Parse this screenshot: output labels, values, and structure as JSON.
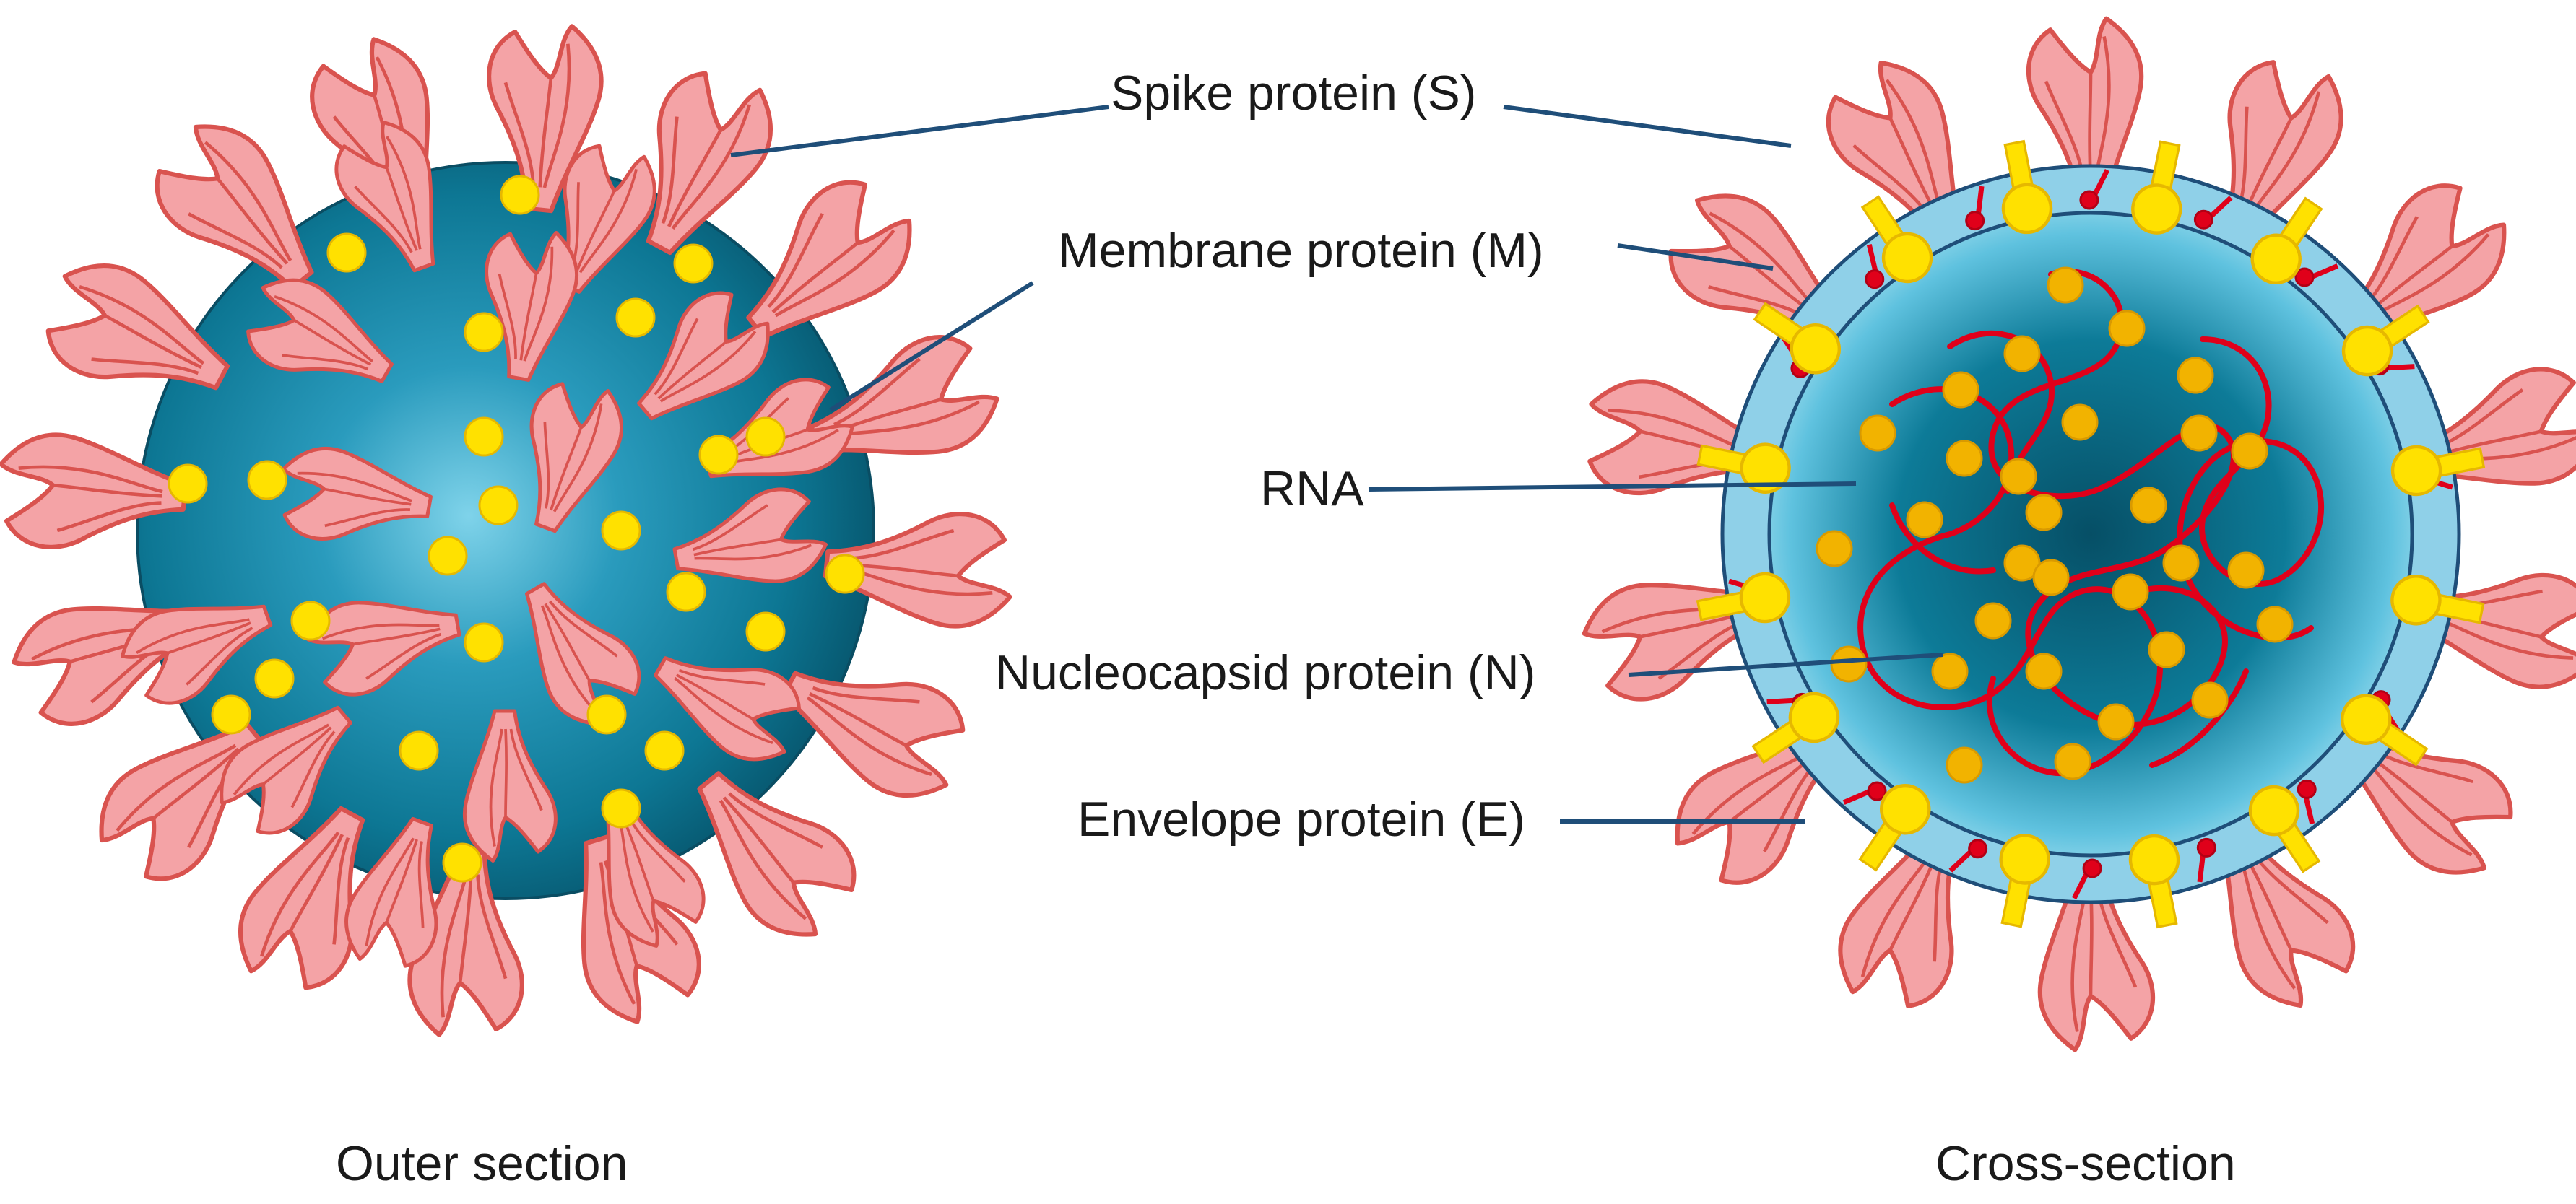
{
  "labels": {
    "spike": "Spike protein (S)",
    "membrane": "Membrane protein (M)",
    "rna": "RNA",
    "nucleocapsid": "Nucleocapsid protein (N)",
    "envelope": "Envelope protein (E)"
  },
  "captions": {
    "outer": "Outer section",
    "cross": "Cross-section"
  },
  "colors": {
    "spike_fill": "#f4a3a6",
    "spike_stroke": "#d9534f",
    "membrane_dot": "#ffe100",
    "membrane_dot_stroke": "#e6b800",
    "nucleocapsid": "#f2b300",
    "rna": "#e0001a",
    "virus_core": "#0b6e8a",
    "envelope_ring": "#8fd0e8",
    "leader_line": "#1f4e79"
  },
  "icons": [
    "spike-protein-icon",
    "membrane-dot-icon",
    "envelope-protein-icon",
    "nucleocapsid-bead-icon"
  ]
}
